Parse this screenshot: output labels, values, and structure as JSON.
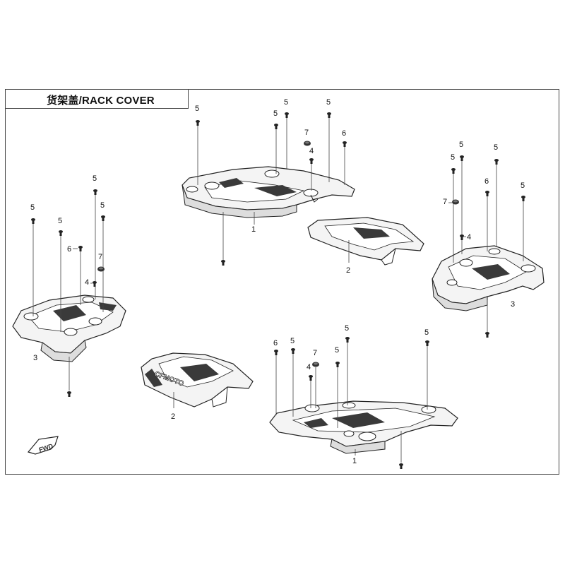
{
  "title": "货架盖/RACK COVER",
  "colors": {
    "line": "#222222",
    "frame": "#444444",
    "fill_light": "#f4f4f4",
    "fill_dark": "#3a3a3a"
  },
  "direction_marker": "FWD",
  "logo_text": "CFMOTO",
  "assemblies": [
    {
      "name": "top-center",
      "labels": [
        "5",
        "5",
        "5",
        "5",
        "6",
        "7",
        "4",
        "1"
      ]
    },
    {
      "name": "cover-upper",
      "labels": [
        "2"
      ]
    },
    {
      "name": "right",
      "labels": [
        "5",
        "5",
        "5",
        "5",
        "6",
        "7",
        "4",
        "3"
      ]
    },
    {
      "name": "left",
      "labels": [
        "5",
        "5",
        "5",
        "5",
        "6",
        "7",
        "4",
        "3"
      ]
    },
    {
      "name": "cover-lower",
      "labels": [
        "2"
      ]
    },
    {
      "name": "bottom-center",
      "labels": [
        "6",
        "5",
        "7",
        "4",
        "5",
        "5",
        "5",
        "1"
      ]
    }
  ]
}
